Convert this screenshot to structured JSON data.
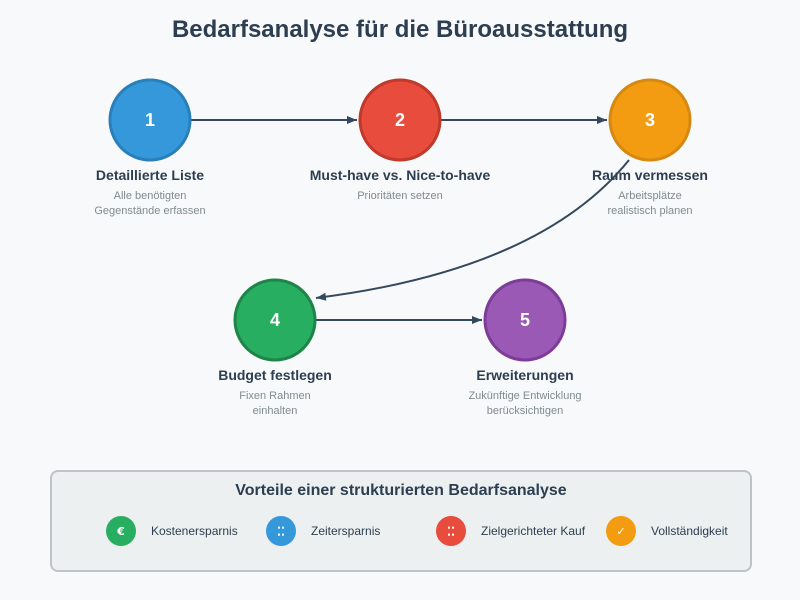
{
  "title": "Bedarfsanalyse für die Büroausstattung",
  "nodes": [
    {
      "number": "1",
      "label": "Detaillierte Liste",
      "desc": [
        "Alle benötigten",
        "Gegenstände erfassen"
      ],
      "color": "#3498db",
      "stroke": "#2980b9"
    },
    {
      "number": "2",
      "label": "Must-have vs. Nice-to-have",
      "desc": [
        "Prioritäten setzen"
      ],
      "color": "#e74c3c",
      "stroke": "#c0392b"
    },
    {
      "number": "3",
      "label": "Raum vermessen",
      "desc": [
        "Arbeitsplätze",
        "realistisch planen"
      ],
      "color": "#f39c12",
      "stroke": "#d68910"
    },
    {
      "number": "4",
      "label": "Budget festlegen",
      "desc": [
        "Fixen Rahmen",
        "einhalten"
      ],
      "color": "#27ae60",
      "stroke": "#1e8449"
    },
    {
      "number": "5",
      "label": "Erweiterungen",
      "desc": [
        "Zukünftige Entwicklung",
        "berücksichtigen"
      ],
      "color": "#9b59b6",
      "stroke": "#7d3c98"
    }
  ],
  "benefits": {
    "title": "Vorteile einer strukturierten Bedarfsanalyse",
    "items": [
      {
        "icon": "euro-icon",
        "label": "Kostenersparnis",
        "color": "#27ae60"
      },
      {
        "icon": "calendar-icon",
        "label": "Zeitersparnis",
        "color": "#3498db"
      },
      {
        "icon": "target-icon",
        "label": "Zielgerichteter Kauf",
        "color": "#e74c3c"
      },
      {
        "icon": "check-icon",
        "label": "Vollständigkeit",
        "color": "#f39c12"
      }
    ]
  },
  "colors": {
    "text": "#2c3e50",
    "muted": "#7f8c8d",
    "arrow": "#34495e"
  }
}
